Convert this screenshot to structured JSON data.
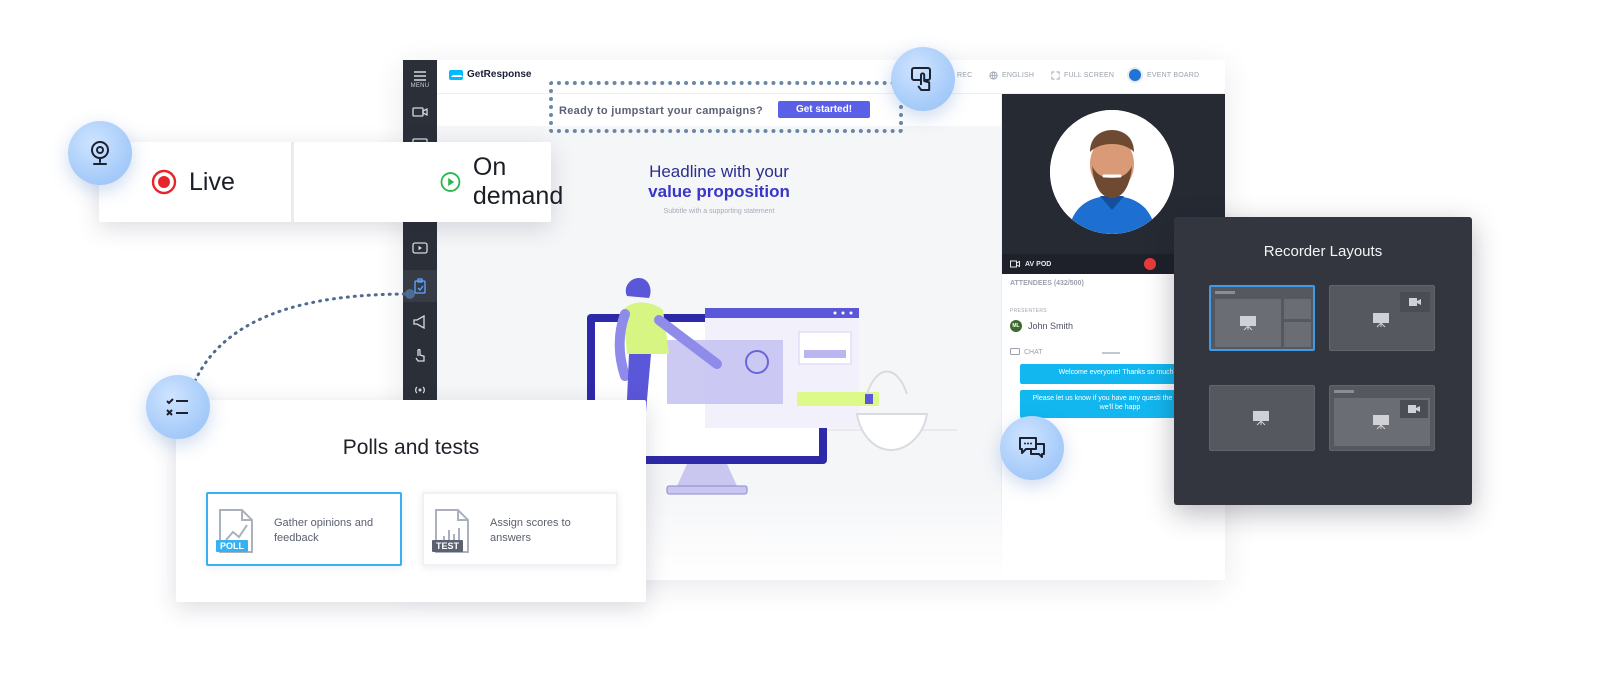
{
  "app": {
    "sidebar": {
      "menu_label": "MENU"
    },
    "brand": "GetResponse",
    "topbar": {
      "rec_label": "REC",
      "language_label": "ENGLISH",
      "fullscreen_label": "FULL SCREEN",
      "eventboard_label": "EVENT BOARD"
    },
    "banner": {
      "text": "Ready to jumpstart your campaigns?",
      "button_label": "Get started!"
    },
    "hero": {
      "title_line1": "Headline with your",
      "title_line2": "value proposition",
      "subtitle": "Subtitle with a supporting statement"
    },
    "right": {
      "av_pod_label": "AV POD",
      "attendees_label": "ATTENDEES (432/500)",
      "presenters_label": "PRESENTERS",
      "presenter_initials": "ML",
      "presenter_name": "John Smith",
      "chat_label": "CHAT",
      "messages": [
        "Welcome everyone! Thanks so much fo",
        "Please let us know if you have any questi the chad pod - we'll be happ"
      ]
    }
  },
  "modes": {
    "live": "Live",
    "on_demand": "On demand"
  },
  "polls": {
    "title": "Polls and tests",
    "options": [
      {
        "badge": "POLL",
        "text": "Gather opinions and feedback",
        "selected": true
      },
      {
        "badge": "TEST",
        "text": "Assign scores to answers",
        "selected": false
      }
    ]
  },
  "recorder": {
    "title": "Recorder Layouts",
    "selected_index": 0
  },
  "colors": {
    "accent": "#5b5fe6",
    "chat_bubble": "#12b7f0",
    "sidebar": "#2b2f38",
    "live_red": "#e8242b",
    "ondemand_green": "#27b84a",
    "selection_blue": "#36b1f2"
  }
}
